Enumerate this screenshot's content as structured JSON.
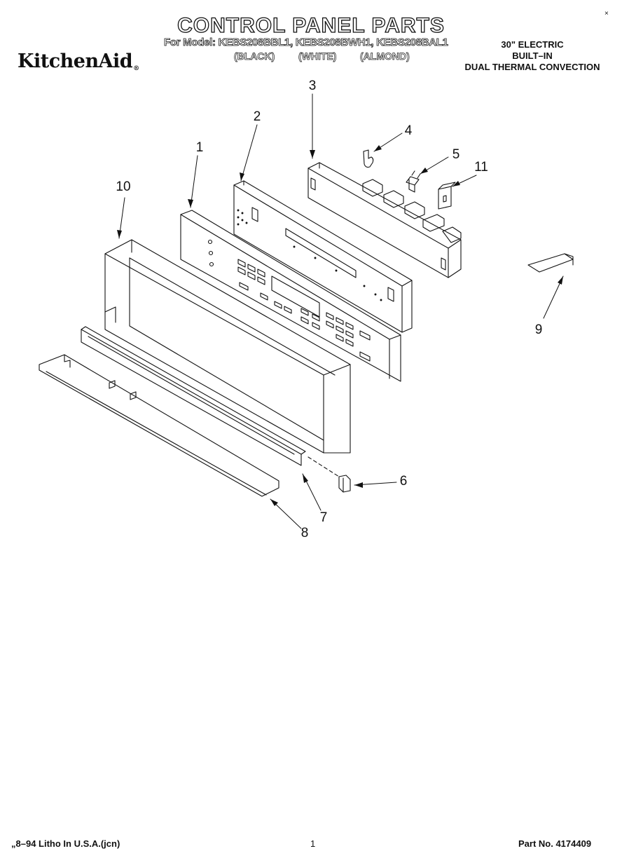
{
  "header": {
    "title": "CONTROL PANEL PARTS",
    "models_line": "For Model: KEBS208BBL1, KEBS208BWH1, KEBS208BAL1",
    "colors": [
      "(BLACK)",
      "(WHITE)",
      "(ALMOND)"
    ],
    "brand": "KitchenAid",
    "brand_mark": "®",
    "corner_mark": "×"
  },
  "spec": {
    "size": "30\" ELECTRIC",
    "install": "BUILT–IN",
    "type": "DUAL THERMAL CONVECTION"
  },
  "callouts": {
    "c1": "1",
    "c2": "2",
    "c3": "3",
    "c4": "4",
    "c5": "5",
    "c6": "6",
    "c7": "7",
    "c8": "8",
    "c9": "9",
    "c10": "10",
    "c11": "11"
  },
  "footer": {
    "left": "8–94 Litho In U.S.A.(jcn)",
    "left_prefix": "„",
    "page": "1",
    "part": "Part No. 4174409"
  }
}
